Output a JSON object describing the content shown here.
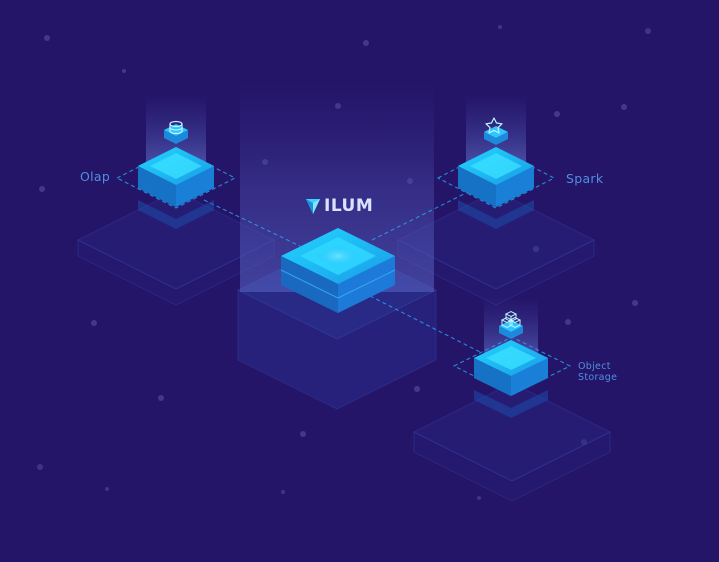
{
  "brand": {
    "name": "ILUM"
  },
  "nodes": {
    "olap": {
      "label": "Olap",
      "icon": "database-icon"
    },
    "spark": {
      "label": "Spark",
      "icon": "spark-star-icon"
    },
    "storage": {
      "label_line1": "Object",
      "label_line2": "Storage",
      "icon": "cubes-icon"
    }
  },
  "colors": {
    "background": "#241569",
    "chip_top": "#19c6ff",
    "chip_side": "#1a7fd6",
    "label": "#4f8fe0",
    "brand_text": "#d9e2ff",
    "connector": "#2aa6ee"
  }
}
